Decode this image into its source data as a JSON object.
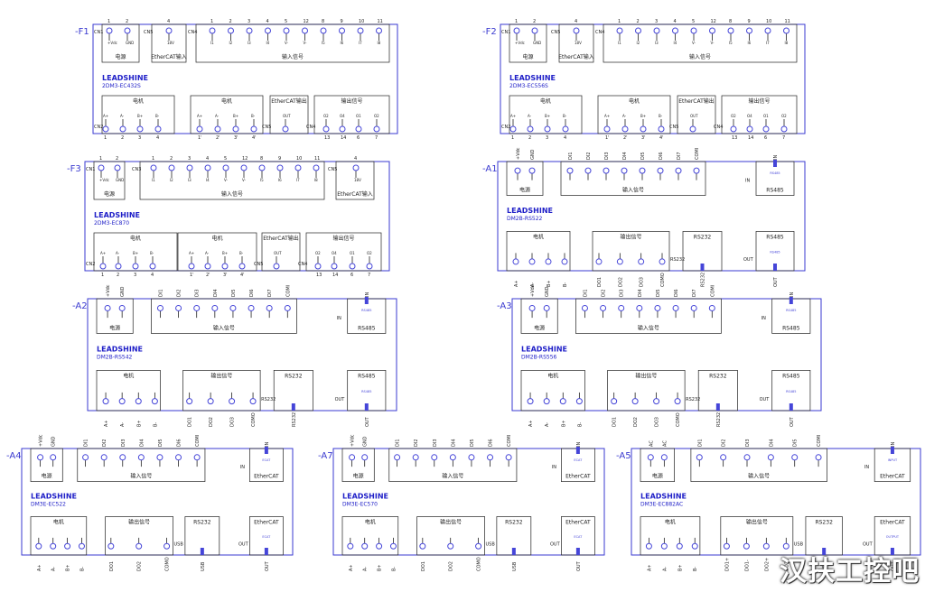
{
  "colors": {
    "frame": "#3a3ad0",
    "line": "#222222",
    "brand": "#2020c8",
    "pin": "#4545d8"
  },
  "watermark": "汉扶工控吧",
  "modules": [
    {
      "id": "F1",
      "tag": "-F1",
      "brand": "LEADSHINE",
      "model": "2DM3-EC432S",
      "top_pins": [
        "+Vdc",
        "GND",
        "",
        "18V",
        "I1",
        "I2",
        "I3",
        "I4",
        "V-",
        "V-",
        "I5",
        "I6",
        "I7",
        "I8"
      ],
      "top_nums": [
        "1",
        "2",
        "",
        "4",
        "1",
        "2",
        "3",
        "4",
        "5",
        "12",
        "8",
        "9",
        "10",
        "11"
      ],
      "top_boxes": [
        {
          "label": "电源",
          "cn": "CN1"
        },
        {
          "label": "EtherCAT输入",
          "cn": "CN5"
        },
        {
          "label": "输入信号",
          "cn": "CN4"
        }
      ],
      "bot_pins": [
        "A+",
        "A-",
        "B+",
        "B-",
        "A+",
        "A-",
        "B+",
        "B-",
        "OUT",
        "O2",
        "O4",
        "O1",
        "O2"
      ],
      "bot_nums": [
        "1",
        "2",
        "3",
        "4",
        "1'",
        "2'",
        "3'",
        "4'",
        "",
        "13",
        "14",
        "6",
        "7"
      ],
      "bot_boxes": [
        {
          "label": "电机",
          "cn": "CN2"
        },
        {
          "label": "电机",
          "cn": ""
        },
        {
          "label": "EtherCAT输出",
          "cn": "CN5"
        },
        {
          "label": "输出信号",
          "cn": "CN4"
        }
      ]
    },
    {
      "id": "F2",
      "tag": "-F2",
      "brand": "LEADSHINE",
      "model": "2DM3-EC556S",
      "top_pins": [
        "+Vdc",
        "GND",
        "",
        "18V",
        "I1",
        "I2",
        "I3",
        "I4",
        "V-",
        "V-",
        "I5",
        "I6",
        "I7",
        "I8"
      ],
      "top_nums": [
        "1",
        "2",
        "",
        "4",
        "1",
        "2",
        "3",
        "4",
        "5",
        "12",
        "8",
        "9",
        "10",
        "11"
      ],
      "top_boxes": [
        {
          "label": "电源",
          "cn": "CN1"
        },
        {
          "label": "EtherCAT输入",
          "cn": "CN5"
        },
        {
          "label": "输入信号",
          "cn": "CN4"
        }
      ],
      "bot_pins": [
        "A+",
        "A-",
        "B+",
        "B-",
        "A+",
        "A-",
        "B+",
        "B-",
        "OUT",
        "O2",
        "O4",
        "O1",
        "O2"
      ],
      "bot_nums": [
        "1",
        "2",
        "3",
        "4",
        "1'",
        "2'",
        "3'",
        "4'",
        "",
        "13",
        "14",
        "6",
        "7"
      ],
      "bot_boxes": [
        {
          "label": "电机",
          "cn": "CN2"
        },
        {
          "label": "电机",
          "cn": ""
        },
        {
          "label": "EtherCAT输出",
          "cn": "CN5"
        },
        {
          "label": "输出信号",
          "cn": "CN4"
        }
      ]
    },
    {
      "id": "F3",
      "tag": "-F3",
      "brand": "LEADSHINE",
      "model": "2DM3-EC870",
      "top_pins": [
        "+Vdc",
        "GND",
        "I1",
        "I2",
        "I3",
        "I4",
        "V-",
        "V-",
        "I5",
        "I6",
        "I7",
        "I8",
        "18V"
      ],
      "top_nums": [
        "1",
        "2",
        "1",
        "2",
        "3",
        "4",
        "5",
        "12",
        "8",
        "9",
        "10",
        "11",
        "4"
      ],
      "top_boxes": [
        {
          "label": "电源",
          "cn": "CN1"
        },
        {
          "label": "输入信号",
          "cn": "CN3"
        },
        {
          "label": "EtherCAT输入",
          "cn": "CN5"
        }
      ],
      "bot_pins": [
        "A+",
        "A-",
        "B+",
        "B-",
        "A+",
        "A-",
        "B+",
        "B-",
        "OUT",
        "O2",
        "O4",
        "O1",
        "O2"
      ],
      "bot_nums": [
        "1",
        "2",
        "3",
        "4",
        "1'",
        "2'",
        "3'",
        "4'",
        "",
        "13",
        "14",
        "6",
        "7"
      ],
      "bot_boxes": [
        {
          "label": "电机",
          "cn": "CN2"
        },
        {
          "label": "电机",
          "cn": ""
        },
        {
          "label": "EtherCAT输出",
          "cn": "CN5"
        },
        {
          "label": "输出信号",
          "cn": "CN4"
        }
      ]
    },
    {
      "id": "A1",
      "tag": "-A1",
      "brand": "LEADSHINE",
      "model": "DM2B-RS522",
      "top_pins": [
        "+Vdc",
        "GND",
        "DI1",
        "DI2",
        "DI3",
        "DI4",
        "DI5",
        "DI6",
        "DI7",
        "COMI",
        "IN",
        "RS485"
      ],
      "top_boxes": [
        {
          "label": "电源"
        },
        {
          "label": "输入信号"
        },
        {
          "label": "RS485"
        }
      ],
      "side_top": "IN",
      "bot_pins": [
        "A+",
        "A-",
        "B+",
        "B-",
        "DO1",
        "DO2",
        "DO3",
        "COMO",
        "RS232",
        "OUT",
        "RS485"
      ],
      "bot_boxes": [
        {
          "label": "电机"
        },
        {
          "label": "输出信号"
        },
        {
          "label": "RS232"
        },
        {
          "label": "RS485"
        }
      ],
      "side_bot": [
        "RS232",
        "OUT"
      ]
    },
    {
      "id": "A2",
      "tag": "-A2",
      "brand": "LEADSHINE",
      "model": "DM2B-RS542",
      "top_pins": [
        "+Vdc",
        "GND",
        "DI1",
        "DI2",
        "DI3",
        "DI4",
        "DI5",
        "DI6",
        "DI7",
        "COMI",
        "IN",
        "RS485"
      ],
      "top_boxes": [
        {
          "label": "电源"
        },
        {
          "label": "输入信号"
        },
        {
          "label": "RS485"
        }
      ],
      "side_top": "IN",
      "bot_pins": [
        "A+",
        "A-",
        "B+",
        "B-",
        "DO1",
        "DO2",
        "DO3",
        "COMO",
        "RS232",
        "OUT",
        "RS485"
      ],
      "bot_boxes": [
        {
          "label": "电机"
        },
        {
          "label": "输出信号"
        },
        {
          "label": "RS232"
        },
        {
          "label": "RS485"
        }
      ],
      "side_bot": [
        "RS232",
        "OUT"
      ]
    },
    {
      "id": "A3",
      "tag": "-A3",
      "brand": "LEADSHINE",
      "model": "DM2B-RS556",
      "top_pins": [
        "+Vdc",
        "GND",
        "DI1",
        "DI2",
        "DI3",
        "DI4",
        "DI5",
        "DI6",
        "DI7",
        "COMI",
        "IN",
        "RS485"
      ],
      "top_boxes": [
        {
          "label": "电源"
        },
        {
          "label": "输入信号"
        },
        {
          "label": "RS485"
        }
      ],
      "side_top": "IN",
      "bot_pins": [
        "A+",
        "A-",
        "B+",
        "B-",
        "DO1",
        "DO2",
        "DO3",
        "COMO",
        "RS232",
        "OUT",
        "RS485"
      ],
      "bot_boxes": [
        {
          "label": "电机"
        },
        {
          "label": "输出信号"
        },
        {
          "label": "RS232"
        },
        {
          "label": "RS485"
        }
      ],
      "side_bot": [
        "RS232",
        "OUT"
      ]
    },
    {
      "id": "A4",
      "tag": "-A4",
      "brand": "LEADSHINE",
      "model": "DM3E-EC522",
      "top_pins": [
        "+Vdc",
        "GND",
        "DI1",
        "DI2",
        "DI3",
        "DI4",
        "DI5",
        "DI6",
        "COMI",
        "IN",
        "ECAT"
      ],
      "top_boxes": [
        {
          "label": "电源"
        },
        {
          "label": "输入信号"
        },
        {
          "label": "EtherCAT"
        }
      ],
      "side_top": "IN",
      "bot_pins": [
        "A+",
        "A-",
        "B+",
        "B-",
        "DO1",
        "DO2",
        "COMO",
        "USB",
        "OUT",
        "ECAT"
      ],
      "bot_boxes": [
        {
          "label": "电机"
        },
        {
          "label": "输出信号"
        },
        {
          "label": "RS232"
        },
        {
          "label": "EtherCAT"
        }
      ],
      "side_bot": [
        "USB",
        "OUT"
      ]
    },
    {
      "id": "A7",
      "tag": "-A7",
      "brand": "LEADSHINE",
      "model": "DM3E-EC570",
      "top_pins": [
        "+Vdc",
        "GND",
        "DI1",
        "DI2",
        "DI3",
        "DI4",
        "DI5",
        "DI6",
        "COMI",
        "IN",
        "ECAT"
      ],
      "top_boxes": [
        {
          "label": "电源"
        },
        {
          "label": "输入信号"
        },
        {
          "label": "EtherCAT"
        }
      ],
      "side_top": "IN",
      "bot_pins": [
        "A+",
        "A-",
        "B+",
        "B-",
        "DO1",
        "DO2",
        "COMO",
        "USB",
        "OUT",
        "ECAT"
      ],
      "bot_boxes": [
        {
          "label": "电机"
        },
        {
          "label": "输出信号"
        },
        {
          "label": "RS232"
        },
        {
          "label": "EtherCAT"
        }
      ],
      "side_bot": [
        "USB",
        "OUT"
      ]
    },
    {
      "id": "A5",
      "tag": "-A5",
      "brand": "LEADSHINE",
      "model": "DM3E-EC882AC",
      "top_pins": [
        "AC",
        "AC",
        "DI1",
        "DI2",
        "DI3",
        "DI4",
        "DI5",
        "COMI",
        "IN",
        "INPUT"
      ],
      "top_boxes": [
        {
          "label": "电源"
        },
        {
          "label": "输入信号"
        },
        {
          "label": "EtherCAT"
        }
      ],
      "side_top": "IN",
      "bot_pins": [
        "A+",
        "A-",
        "B+",
        "B-",
        "DO1+",
        "DO1-",
        "DO2+",
        "DO2-",
        "USB",
        "OUT",
        "OUTPUT"
      ],
      "bot_boxes": [
        {
          "label": "电机"
        },
        {
          "label": "输出信号"
        },
        {
          "label": "RS232"
        },
        {
          "label": "EtherCAT"
        }
      ],
      "side_bot": [
        "USB",
        "OUT"
      ]
    }
  ]
}
